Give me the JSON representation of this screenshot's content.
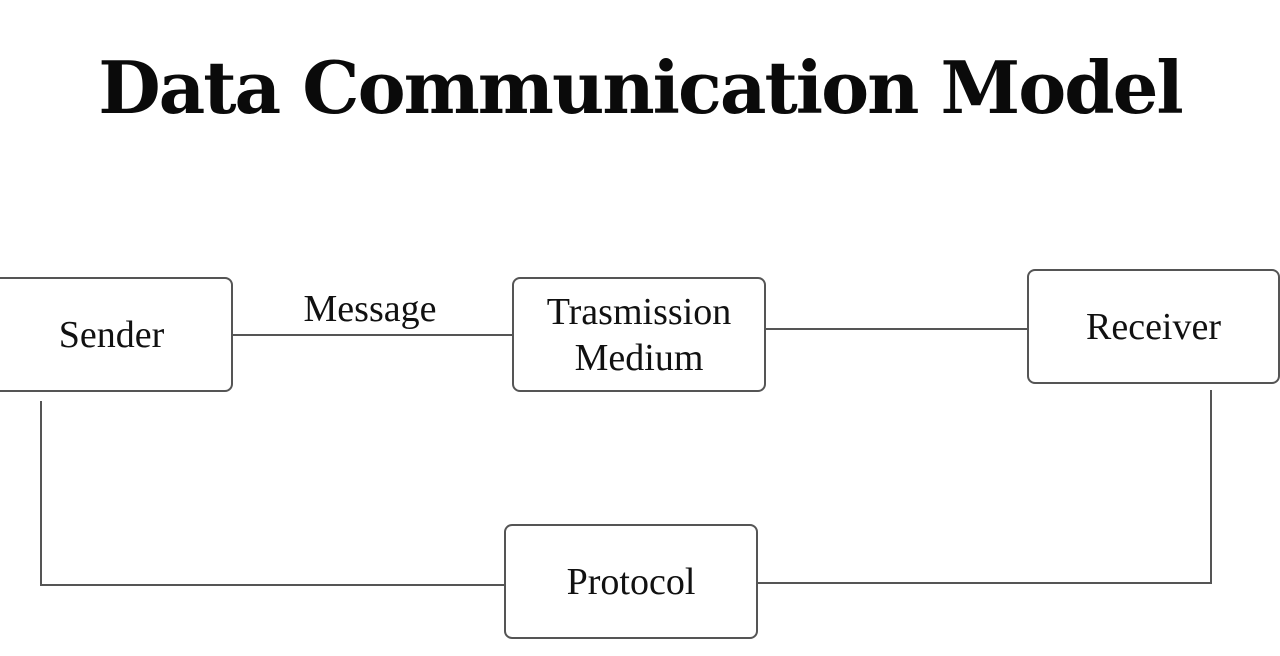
{
  "title": "Data Communication Model",
  "nodes": {
    "sender": "Sender",
    "medium_line1": "Trasmission",
    "medium_line2": "Medium",
    "receiver": "Receiver",
    "protocol": "Protocol"
  },
  "edges": {
    "sender_to_medium": "Message"
  }
}
